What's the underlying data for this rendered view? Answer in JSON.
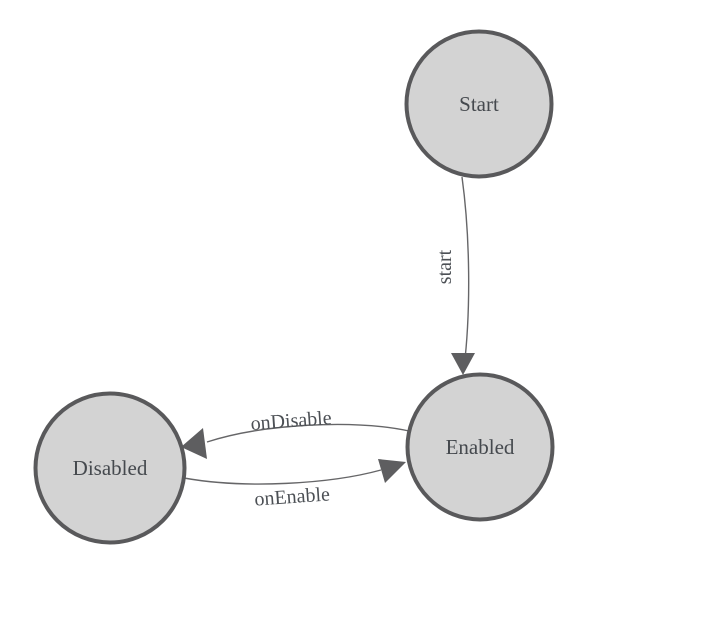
{
  "diagram": {
    "type": "state-machine",
    "background_color": "#ffffff",
    "node_fill_color": "#d3d3d3",
    "node_border_color": "#59595b",
    "edge_color": "#666668",
    "arrowhead_color": "#5e5e60",
    "node_label_color": "#45494e",
    "edge_label_color": "#4c5055",
    "nodes": [
      {
        "id": "start",
        "label": "Start"
      },
      {
        "id": "enabled",
        "label": "Enabled"
      },
      {
        "id": "disabled",
        "label": "Disabled"
      }
    ],
    "edges": [
      {
        "from": "Start",
        "to": "Enabled",
        "label": "start"
      },
      {
        "from": "Enabled",
        "to": "Disabled",
        "label": "onDisable"
      },
      {
        "from": "Disabled",
        "to": "Enabled",
        "label": "onEnable"
      }
    ]
  }
}
